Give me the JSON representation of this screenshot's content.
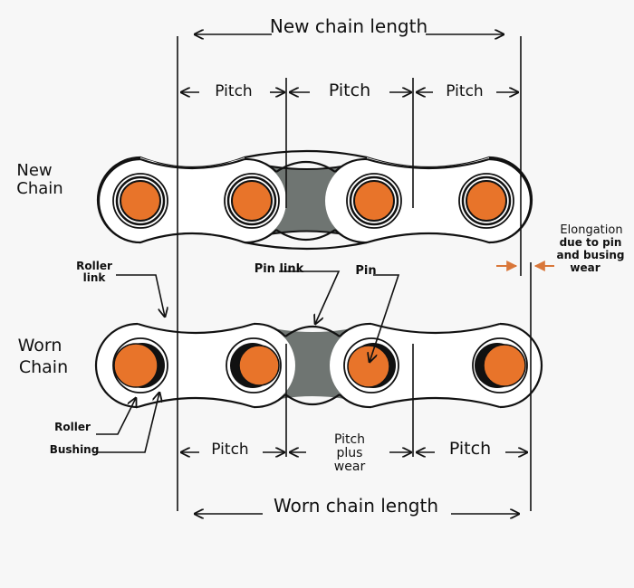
{
  "labels": {
    "new_chain_length": "New chain length",
    "worn_chain_length": "Worn chain length",
    "pitch": "Pitch",
    "pitch_plus": "Pitch",
    "plus": "plus",
    "wear": "wear",
    "new": "New",
    "chain": "Chain",
    "worn": "Worn",
    "roller": "Roller",
    "link": "link",
    "pin_link": "Pin link",
    "pin": "Pin",
    "roller_label": "Roller",
    "bushing": "Bushing",
    "elongation_1": "Elongation",
    "elongation_2": "due to pin",
    "elongation_3": "and busing",
    "elongation_4": "wear"
  },
  "colors": {
    "pin_orange": "#e8742a",
    "pin_link_gray": "#6f7572",
    "outline": "#111111",
    "plate": "#ffffff",
    "arrow_orange": "#d9773a"
  }
}
